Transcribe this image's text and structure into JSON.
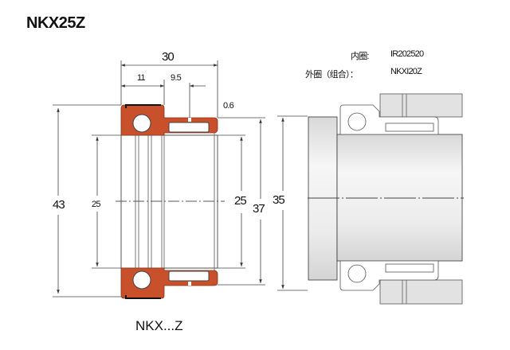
{
  "title": "NKX25Z",
  "caption": "NKX...Z",
  "dimensions": {
    "overall_width": "30",
    "ball_part_width": "11",
    "needle_offset": "9.5",
    "chamfer": "0.6",
    "outer_diameter": "43",
    "bore_left": "25",
    "bore_right": "25",
    "needle_outer": "37",
    "shaft_diameter": "35"
  },
  "parts": {
    "inner_ring_label": "内圈:",
    "inner_ring_value": "IR202520",
    "outer_ring_label": "外圈（组合）：",
    "outer_ring_value": "NKXI20Z"
  },
  "colors": {
    "section": "#c8502a",
    "shaft": "#e4e4e4",
    "line": "#333333"
  }
}
